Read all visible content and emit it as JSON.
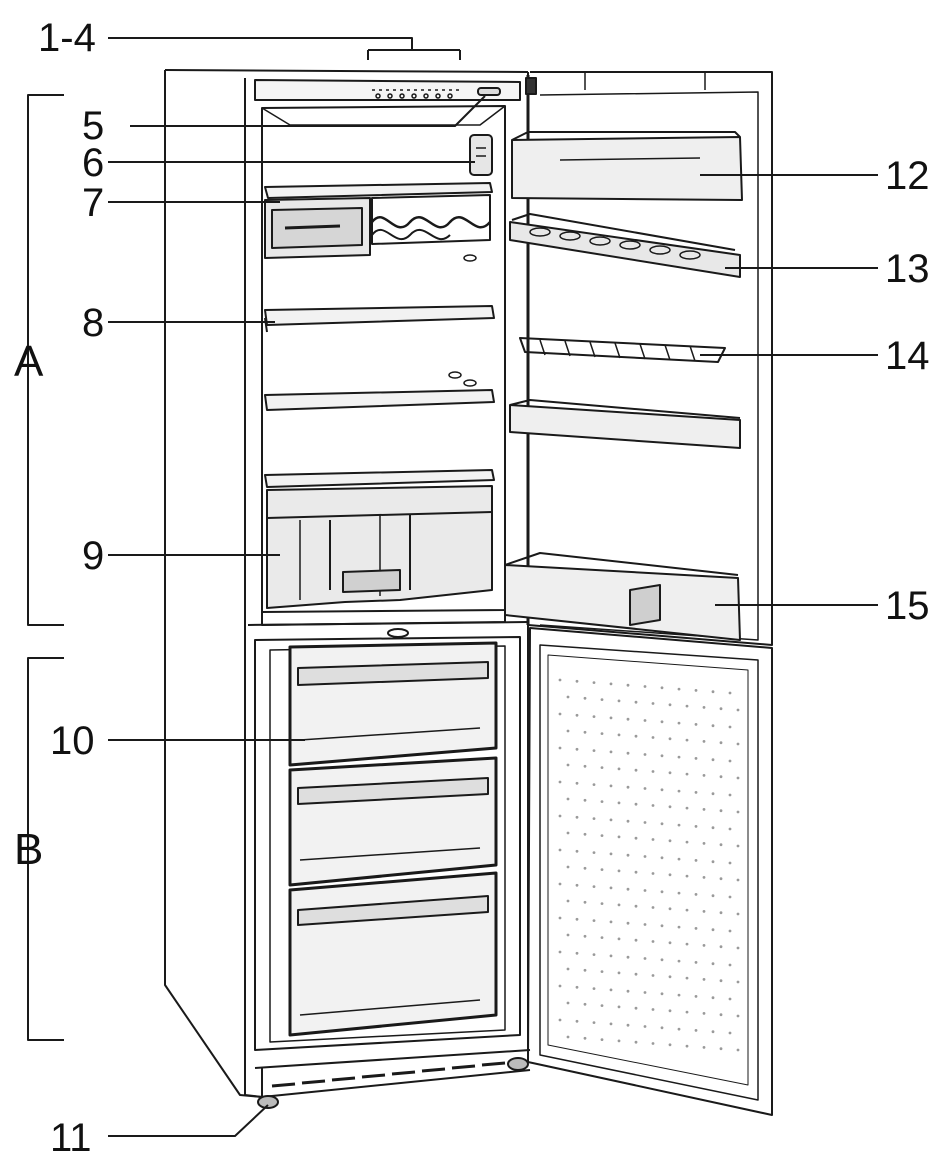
{
  "labels": {
    "l1_4": "1-4",
    "l5": "5",
    "l6": "6",
    "l7": "7",
    "l8": "8",
    "l9": "9",
    "l10": "10",
    "l11": "11",
    "l12": "12",
    "l13": "13",
    "l14": "14",
    "l15": "15",
    "lA": "A",
    "lB": "B"
  },
  "colors": {
    "line": "#1a1a1a",
    "shelf_fill": "#f2f2f2",
    "shade": "#dcdcdc",
    "ink": "#111111"
  }
}
